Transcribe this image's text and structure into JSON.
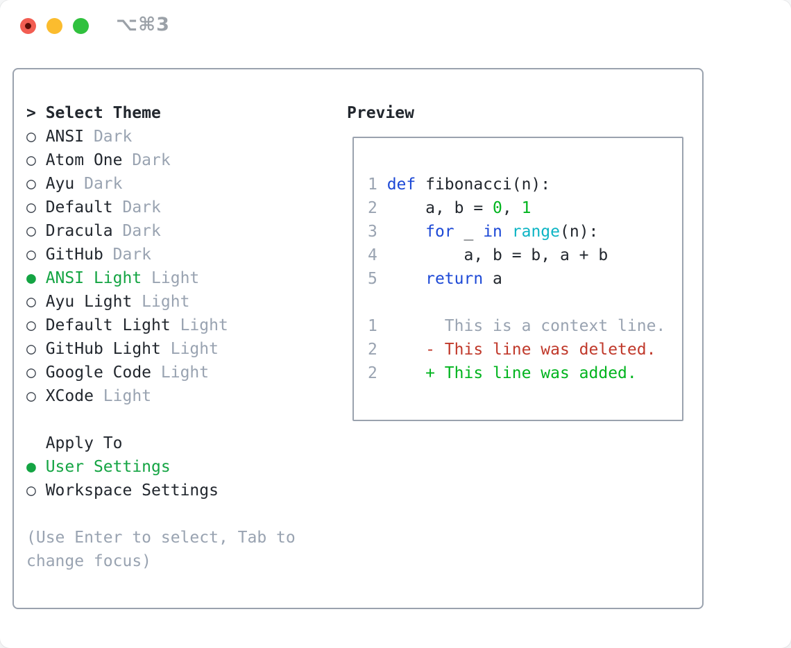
{
  "window": {
    "title": "⌥⌘3",
    "traffic_lights": [
      {
        "action": "close",
        "color_key": "tl_red",
        "has_dot": true
      },
      {
        "action": "minimize",
        "color_key": "tl_yellow",
        "has_dot": false
      },
      {
        "action": "zoom",
        "color_key": "tl_green",
        "has_dot": false
      }
    ]
  },
  "palette": {
    "text": "#22272e",
    "muted": "#99a3b1",
    "border": "#9aa2ae",
    "sel_green": "#14a443",
    "blue": "#1d49d6",
    "cyan": "#0db4c4",
    "add_green": "#00b41e",
    "del_red": "#c0392b",
    "tl_red": "#f25d52",
    "tl_red_dot": "#5b0d07",
    "tl_yellow": "#fbbc2e",
    "tl_green": "#30c13e",
    "title_gray": "#9ba1a8"
  },
  "bullets": {
    "selected": "●",
    "unselected": "○"
  },
  "theme_list": {
    "header_prefix": ">",
    "header": "Select Theme",
    "items": [
      {
        "name": "ANSI",
        "variant": "Dark",
        "selected": false
      },
      {
        "name": "Atom One",
        "variant": "Dark",
        "selected": false
      },
      {
        "name": "Ayu",
        "variant": "Dark",
        "selected": false
      },
      {
        "name": "Default",
        "variant": "Dark",
        "selected": false
      },
      {
        "name": "Dracula",
        "variant": "Dark",
        "selected": false
      },
      {
        "name": "GitHub",
        "variant": "Dark",
        "selected": false
      },
      {
        "name": "ANSI Light",
        "variant": "Light",
        "selected": true
      },
      {
        "name": "Ayu Light",
        "variant": "Light",
        "selected": false
      },
      {
        "name": "Default Light",
        "variant": "Light",
        "selected": false
      },
      {
        "name": "GitHub Light",
        "variant": "Light",
        "selected": false
      },
      {
        "name": "Google Code",
        "variant": "Light",
        "selected": false
      },
      {
        "name": "XCode",
        "variant": "Light",
        "selected": false
      }
    ]
  },
  "apply_to": {
    "header": "Apply To",
    "items": [
      {
        "name": "User Settings",
        "selected": true
      },
      {
        "name": "Workspace Settings",
        "selected": false
      }
    ]
  },
  "help_lines": [
    "(Use Enter to select, Tab to",
    "change focus)"
  ],
  "preview": {
    "header": "Preview",
    "code_lines": [
      {
        "num": "1",
        "segments": [
          {
            "t": "def",
            "c": "kw"
          },
          {
            "t": " fibonacci(n):",
            "c": "plain"
          }
        ]
      },
      {
        "num": "2",
        "segments": [
          {
            "t": "    a, b = ",
            "c": "plain"
          },
          {
            "t": "0",
            "c": "lit"
          },
          {
            "t": ", ",
            "c": "plain"
          },
          {
            "t": "1",
            "c": "lit"
          }
        ]
      },
      {
        "num": "3",
        "segments": [
          {
            "t": "    ",
            "c": "plain"
          },
          {
            "t": "for",
            "c": "kw"
          },
          {
            "t": " _ ",
            "c": "plain"
          },
          {
            "t": "in",
            "c": "kw"
          },
          {
            "t": " ",
            "c": "plain"
          },
          {
            "t": "range",
            "c": "builtin"
          },
          {
            "t": "(n):",
            "c": "plain"
          }
        ]
      },
      {
        "num": "4",
        "segments": [
          {
            "t": "        a, b = b, a + b",
            "c": "plain"
          }
        ]
      },
      {
        "num": "5",
        "segments": [
          {
            "t": "    ",
            "c": "plain"
          },
          {
            "t": "return",
            "c": "kw"
          },
          {
            "t": " a",
            "c": "plain"
          }
        ]
      }
    ],
    "diff_lines": [
      {
        "num": "1",
        "segments": [
          {
            "t": "      This is a context line.",
            "c": "muted"
          }
        ]
      },
      {
        "num": "2",
        "segments": [
          {
            "t": "    ",
            "c": "plain"
          },
          {
            "t": "- This line was deleted.",
            "c": "del"
          }
        ]
      },
      {
        "num": "2",
        "segments": [
          {
            "t": "    ",
            "c": "plain"
          },
          {
            "t": "+ This line was added.",
            "c": "add"
          }
        ]
      }
    ]
  }
}
